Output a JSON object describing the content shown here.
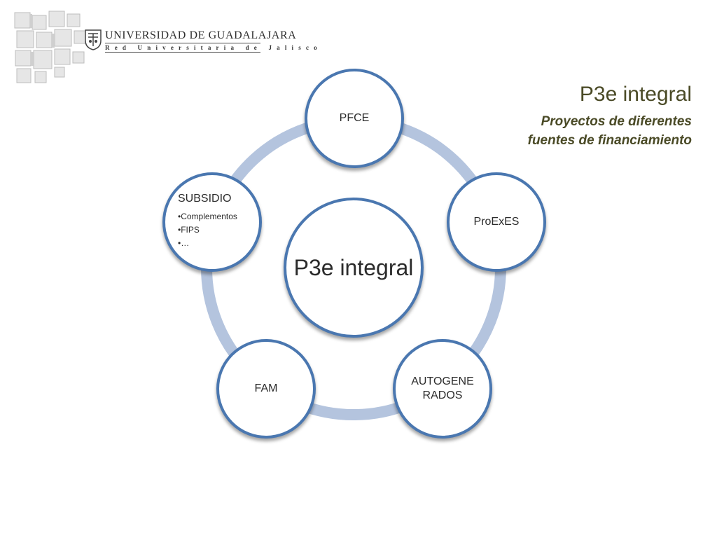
{
  "logo": {
    "name": "UNIVERSIDAD DE GUADALAJARA",
    "subtitle": "Red Universitaria de Jalisco"
  },
  "title": "P3e integral",
  "subtitle": "Proyectos de diferentes fuentes de financiamiento",
  "diagram": {
    "center": "P3e integral",
    "nodes": [
      {
        "label": "PFCE"
      },
      {
        "label": "ProExES"
      },
      {
        "label": "AUTOGENE RADOS"
      },
      {
        "label": "FAM"
      },
      {
        "label": "SUBSIDIO",
        "items": [
          "•Complementos",
          "•FIPS",
          "•…"
        ]
      }
    ]
  },
  "colors": {
    "node_border": "#4a77b0",
    "ring": "#b4c4de",
    "title_text": "#4a4a26"
  }
}
